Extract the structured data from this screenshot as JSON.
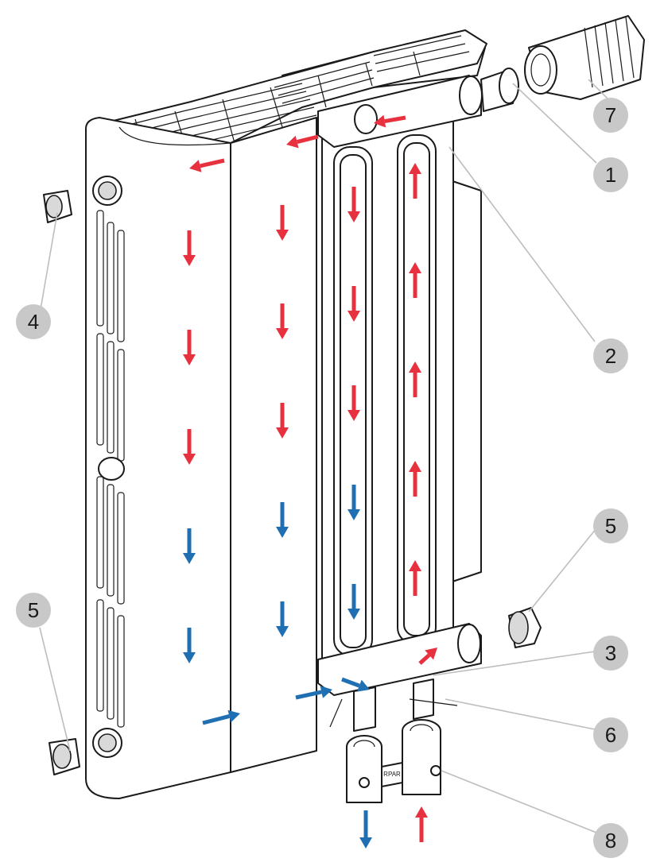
{
  "colors": {
    "hot_flow": "#e8313e",
    "cold_flow": "#1f6fb2",
    "callout_circle": "#c8c8c8",
    "leader_line": "#bdbdbd",
    "outline": "#1a1a1a"
  },
  "callouts": [
    {
      "id": "1",
      "label": "1"
    },
    {
      "id": "2",
      "label": "2"
    },
    {
      "id": "3",
      "label": "3"
    },
    {
      "id": "4",
      "label": "4"
    },
    {
      "id": "5a",
      "label": "5"
    },
    {
      "id": "5b",
      "label": "5"
    },
    {
      "id": "6",
      "label": "6"
    },
    {
      "id": "7",
      "label": "7"
    },
    {
      "id": "8",
      "label": "8"
    }
  ],
  "valve_brand": "RPAR"
}
